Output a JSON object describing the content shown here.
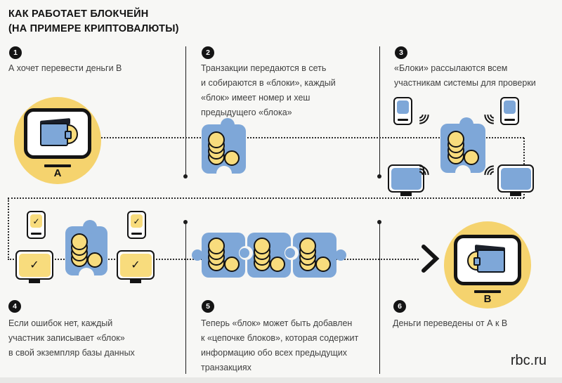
{
  "title": {
    "line1": "КАК РАБОТАЕТ БЛОКЧЕЙН",
    "line2": "(НА ПРИМЕРЕ КРИПТОВАЛЮТЫ)"
  },
  "steps": [
    {
      "num": "1",
      "text": "А хочет перевести деньги В"
    },
    {
      "num": "2",
      "text": "Транзакции передаются в сеть\nи собираются в «блоки», каждый\n«блок» имеет номер и хеш\nпредыдущего «блока»"
    },
    {
      "num": "3",
      "text": "«Блоки» рассылаются всем\nучастникам системы для проверки"
    },
    {
      "num": "4",
      "text": "Если ошибок нет, каждый\nучастник записывает «блок»\nв свой экземпляр базы данных"
    },
    {
      "num": "5",
      "text": "Теперь «блок» может быть добавлен\nк «цепочке блоков», которая содержит\nинформацию обо всех предыдущих\nтранзакциях"
    },
    {
      "num": "6",
      "text": "Деньги переведены от А к В"
    }
  ],
  "participants": {
    "sender": "А",
    "receiver": "В"
  },
  "icons": {
    "check": "✓"
  },
  "footer": {
    "brand": "rbc.ru"
  },
  "colors": {
    "background": "#f7f7f5",
    "accent_yellow": "#f5d36e",
    "accent_blue": "#7ea7d8",
    "coin_yellow": "#f8dc7d",
    "ink": "#141414",
    "body_text": "#3f3f3f",
    "footer_bar": "#e8e8e6"
  }
}
